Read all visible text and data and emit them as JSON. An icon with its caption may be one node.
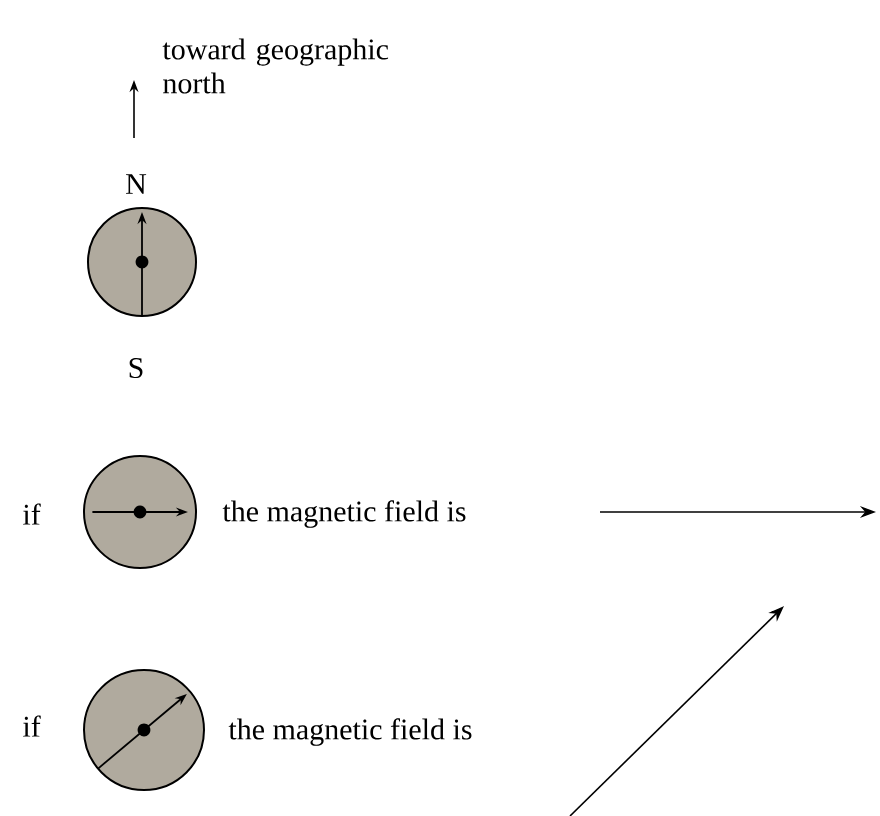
{
  "diagram": {
    "labels": [
      "toward geographic north",
      "N",
      "S",
      "if",
      "the magnetic field is",
      "if",
      "the magnetic field is"
    ]
  }
}
